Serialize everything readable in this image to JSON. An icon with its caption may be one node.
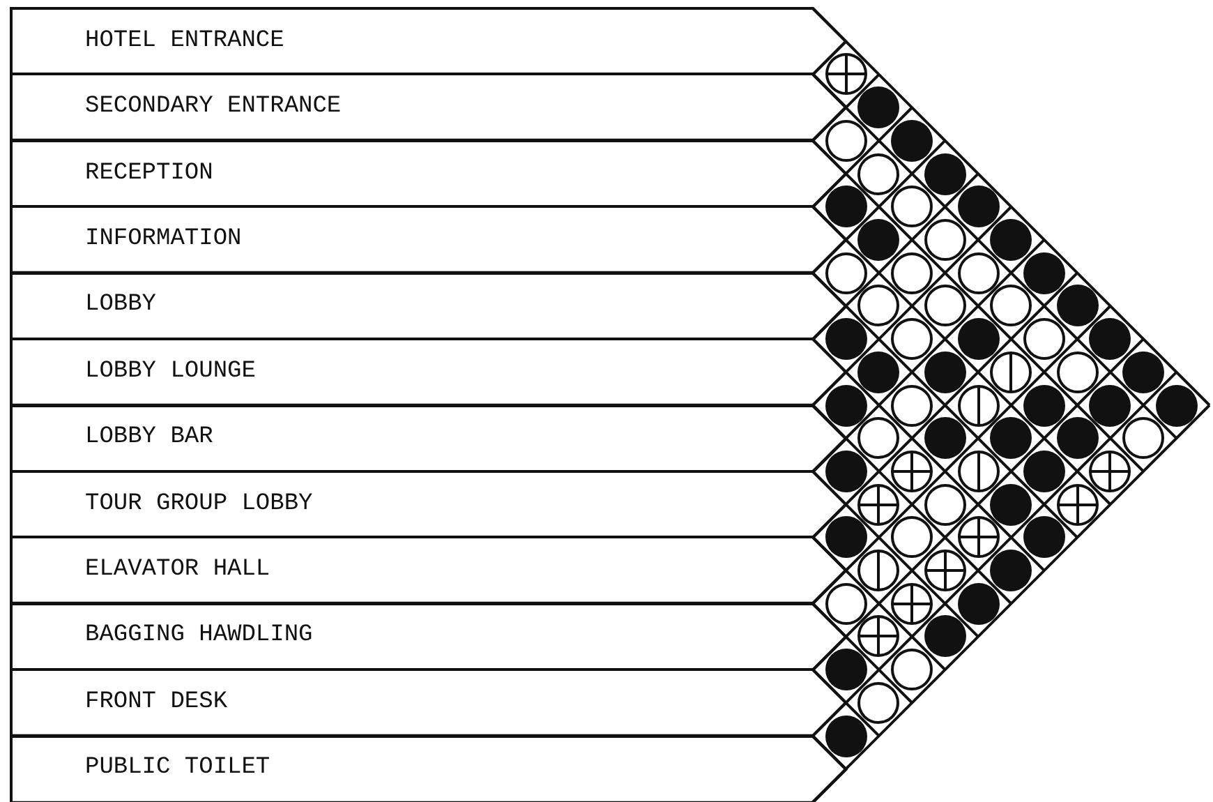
{
  "diagram": {
    "nodes": [
      {
        "text": [
          "HOTEL ENTRANCE"
        ]
      },
      {
        "text": [
          "SECONDARY ENTRANCE"
        ]
      },
      {
        "text": [
          "RECEPTION"
        ]
      },
      {
        "text": [
          "INFORMATION"
        ]
      },
      {
        "text": [
          "LOBBY"
        ]
      },
      {
        "text": [
          "LOBBY LOUNGE"
        ]
      },
      {
        "text": [
          "LOBBY BAR"
        ]
      },
      {
        "text": [
          "TOUR GROUP LOBBY"
        ]
      },
      {
        "text": [
          "ELAVATOR HALL"
        ]
      },
      {
        "text": [
          "BAGGING HAWDLING"
        ]
      },
      {
        "text": [
          "FRONT DESK"
        ]
      },
      {
        "text": [
          "PUBLIC TOILET"
        ]
      },
      {
        "text": [],
        "shape": "crossed-circle"
      },
      {
        "text": [],
        "shape": "dot"
      },
      {
        "text": [],
        "shape": "circle"
      },
      {
        "text": [],
        "shape": "dot"
      },
      {
        "text": [],
        "shape": "circle"
      },
      {
        "text": [],
        "shape": "dot"
      },
      {
        "text": [],
        "shape": "dot"
      },
      {
        "text": [],
        "shape": "circle"
      },
      {
        "text": [],
        "shape": "dot"
      },
      {
        "text": [],
        "shape": "dot"
      },
      {
        "text": [],
        "shape": "circle"
      },
      {
        "text": [],
        "shape": "dot"
      },
      {
        "text": [],
        "shape": "circle"
      },
      {
        "text": [],
        "shape": "circle"
      },
      {
        "text": [],
        "shape": "circle"
      },
      {
        "text": [],
        "shape": "dot"
      },
      {
        "text": [],
        "shape": "circle"
      },
      {
        "text": [],
        "shape": "circle"
      },
      {
        "text": [],
        "shape": "circle"
      },
      {
        "text": [],
        "shape": "dot"
      },
      {
        "text": [],
        "shape": "dot"
      },
      {
        "text": [],
        "shape": "circle"
      },
      {
        "text": [],
        "shape": "dot"
      },
      {
        "text": [],
        "shape": "circle"
      },
      {
        "text": [],
        "shape": "dot"
      },
      {
        "text": [],
        "shape": "dot"
      },
      {
        "text": [],
        "shape": "dot"
      },
      {
        "text": [],
        "shape": "split-circle"
      },
      {
        "text": [],
        "shape": "circle"
      },
      {
        "text": [],
        "shape": "dot"
      },
      {
        "text": [],
        "shape": "dot"
      },
      {
        "text": [],
        "shape": "circle"
      },
      {
        "text": [],
        "shape": "split-circle"
      },
      {
        "text": [],
        "shape": "dot"
      },
      {
        "text": [],
        "shape": "dot"
      },
      {
        "text": [],
        "shape": "dot"
      },
      {
        "text": [],
        "shape": "circle"
      },
      {
        "text": [],
        "shape": "dot"
      },
      {
        "text": [],
        "shape": "dot"
      },
      {
        "text": [],
        "shape": "dot"
      },
      {
        "text": [],
        "shape": "circle"
      },
      {
        "text": [],
        "shape": "dot"
      },
      {
        "text": [],
        "shape": "crossed-circle"
      },
      {
        "text": [],
        "shape": "split-circle"
      },
      {
        "text": [],
        "shape": "dot"
      },
      {
        "text": [],
        "shape": "crossed-circle"
      },
      {
        "text": [],
        "shape": "crossed-circle"
      },
      {
        "text": [],
        "shape": "circle"
      },
      {
        "text": [],
        "shape": "dot"
      },
      {
        "text": [],
        "shape": "crossed-circle"
      },
      {
        "text": [],
        "shape": "dot"
      },
      {
        "text": [],
        "shape": "circle"
      },
      {
        "text": [],
        "shape": "crossed-circle"
      },
      {
        "text": [],
        "shape": "dot"
      },
      {
        "text": [],
        "shape": "split-circle"
      },
      {
        "text": [],
        "shape": "crossed-circle"
      },
      {
        "text": [],
        "shape": "dot"
      },
      {
        "text": [],
        "shape": "circle"
      },
      {
        "text": [],
        "shape": "crossed-circle"
      },
      {
        "text": [],
        "shape": "dot"
      },
      {
        "text": [],
        "shape": "crossed-circle"
      },
      {
        "text": [],
        "shape": "dot"
      },
      {
        "text": [],
        "shape": "dot"
      },
      {
        "text": [],
        "shape": "circle"
      },
      {
        "text": [],
        "shape": "circle"
      },
      {
        "text": [],
        "shape": "dot"
      }
    ]
  }
}
